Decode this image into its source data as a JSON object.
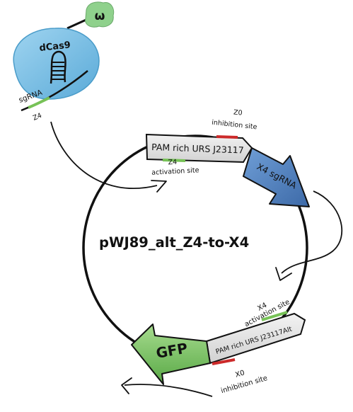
{
  "plasmid": {
    "name": "pWJ89_alt_Z4-to-X4"
  },
  "complex": {
    "protein_label": "dCas9",
    "omega_label": "ω",
    "sgrna_label": "sgRNA",
    "target_label": "Z4"
  },
  "top_promoter": {
    "label": "PAM rich URS J23117",
    "activation_label_line1": "Z4",
    "activation_label_line2": "activation site",
    "inhibition_label_line1": "Z0",
    "inhibition_label_line2": "inhibition site"
  },
  "sgrna_gene": {
    "label": "X4 sgRNA"
  },
  "bottom_promoter": {
    "label": "PAM rich URS J23117Alt",
    "activation_label_line1": "X4",
    "activation_label_line2": "activation site",
    "inhibition_label_line1": "X0",
    "inhibition_label_line2": "inhibition site"
  },
  "reporter": {
    "label": "GFP"
  },
  "colors": {
    "dcas9_fill": "#7cc4e8",
    "dcas9_stroke": "#4a9cc9",
    "omega_fill": "#8fd18c",
    "promoter_fill": "#e6e6e6",
    "sgrna_gene_fill": "#4f7fbf",
    "gfp_fill": "#6fbd5a",
    "activation_site": "#77c257",
    "inhibition_site": "#cc2a2a",
    "outline": "#111111"
  }
}
